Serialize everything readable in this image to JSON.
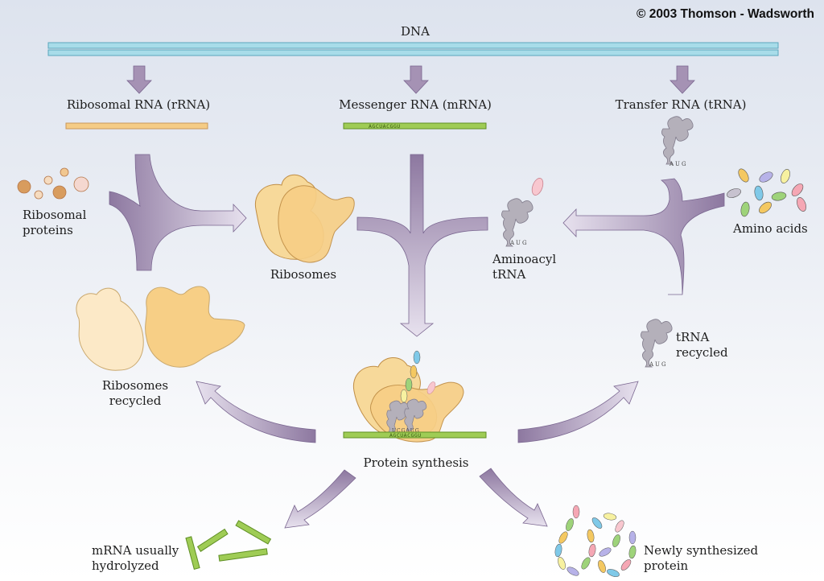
{
  "copyright": "© 2003 Thomson - Wadsworth",
  "labels": {
    "dna": "DNA",
    "rrna": "Ribosomal RNA (rRNA)",
    "mrna": "Messenger RNA (mRNA)",
    "trna": "Transfer RNA (tRNA)",
    "ribosomal_proteins": [
      "Ribosomal",
      "proteins"
    ],
    "ribosomes": "Ribosomes",
    "aminoacyl_trna": [
      "Aminoacyl",
      "tRNA"
    ],
    "amino_acids": "Amino acids",
    "ribosomes_recycled": [
      "Ribosomes",
      "recycled"
    ],
    "trna_recycled": [
      "tRNA",
      "recycled"
    ],
    "protein_synthesis": "Protein synthesis",
    "mrna_hydrolyzed": [
      "mRNA usually",
      "hydrolyzed"
    ],
    "new_protein": [
      "Newly synthesized",
      "protein"
    ]
  },
  "sequences": {
    "mrna_strand": "AGCUACGGU",
    "anticodon": "AUG",
    "synthesis_anticodons": "UCGAUG"
  },
  "colors": {
    "dna": "#a8dce9",
    "rrna": "#f5cc86",
    "mrna": "#9fcc55",
    "arrow": "#9b86aa",
    "ribosome": "#f7cf86",
    "trna": "#b4b0ba"
  }
}
